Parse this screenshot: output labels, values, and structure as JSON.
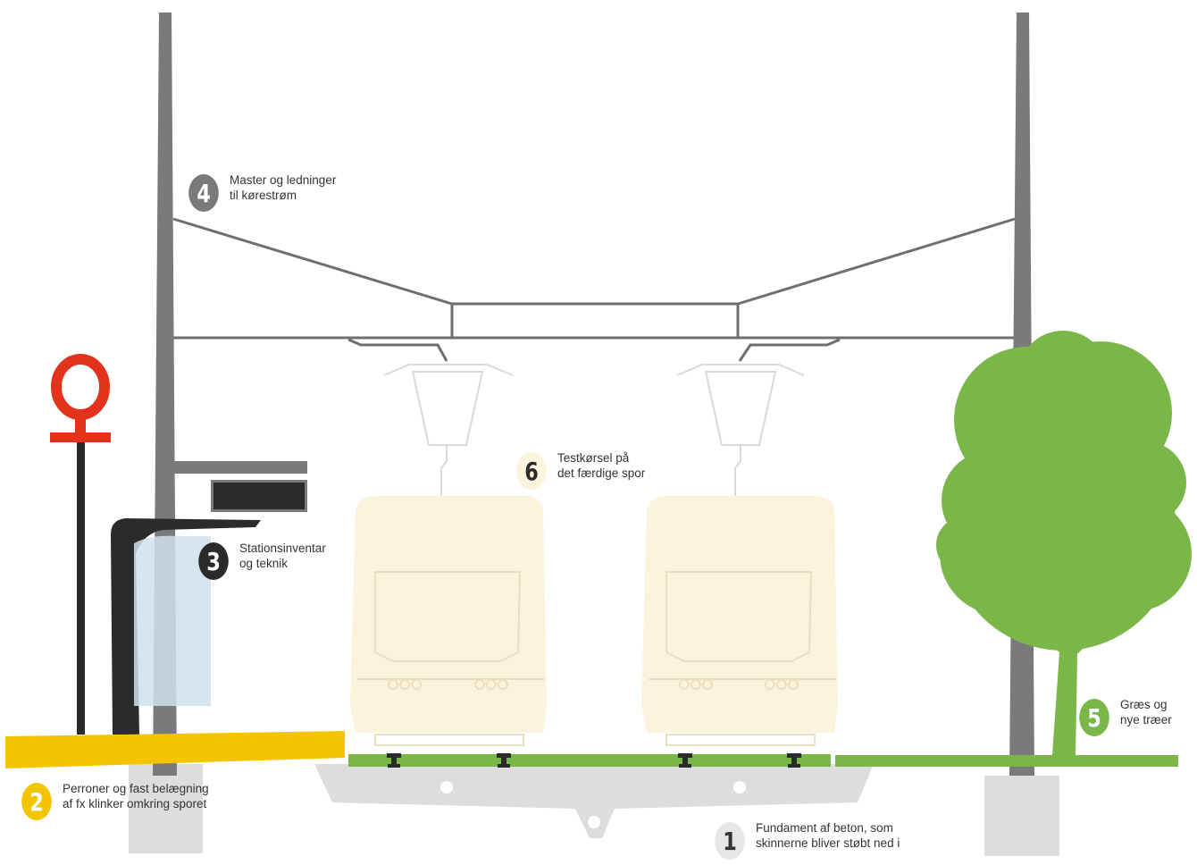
{
  "colors": {
    "pole": "#7a7a7a",
    "wire": "#6f6f6f",
    "tram": "#fbf3dc",
    "tram_outline": "#eadfbf",
    "grass": "#7ab648",
    "tree": "#7ab648",
    "platform": "#f5c400",
    "concrete": "#dddddd",
    "stop_sign": "#e2321b",
    "shelter_glass": "#cfe2ef",
    "dark": "#2b2b2b",
    "pantograph": "#d9d9d9"
  },
  "callouts": [
    {
      "id": "c1",
      "number": "1",
      "line1": "Fundament af beton, som",
      "line2": "skinnerne bliver støbt ned i",
      "badge_bg": "#e6e6e6",
      "badge_fg": "#333333",
      "icon": "concrete-foundation"
    },
    {
      "id": "c2",
      "number": "2",
      "line1": "Perroner og fast belægning",
      "line2": "af fx klinker omkring sporet",
      "badge_bg": "#f5c400",
      "badge_fg": "#ffffff",
      "icon": "platform"
    },
    {
      "id": "c3",
      "number": "3",
      "line1": "Stationsinventar",
      "line2": "og teknik",
      "badge_bg": "#2b2b2b",
      "badge_fg": "#ffffff",
      "icon": "station-equipment"
    },
    {
      "id": "c4",
      "number": "4",
      "line1": "Master og ledninger",
      "line2": "til kørestrøm",
      "badge_bg": "#7a7a7a",
      "badge_fg": "#ffffff",
      "icon": "overhead-line"
    },
    {
      "id": "c5",
      "number": "5",
      "line1": "Græs og",
      "line2": "nye træer",
      "badge_bg": "#7ab648",
      "badge_fg": "#ffffff",
      "icon": "grass-tree"
    },
    {
      "id": "c6",
      "number": "6",
      "line1": "Testkørsel på",
      "line2": "det færdige spor",
      "badge_bg": "#fbf3dc",
      "badge_fg": "#2b2b2b",
      "icon": "test-drive"
    }
  ]
}
